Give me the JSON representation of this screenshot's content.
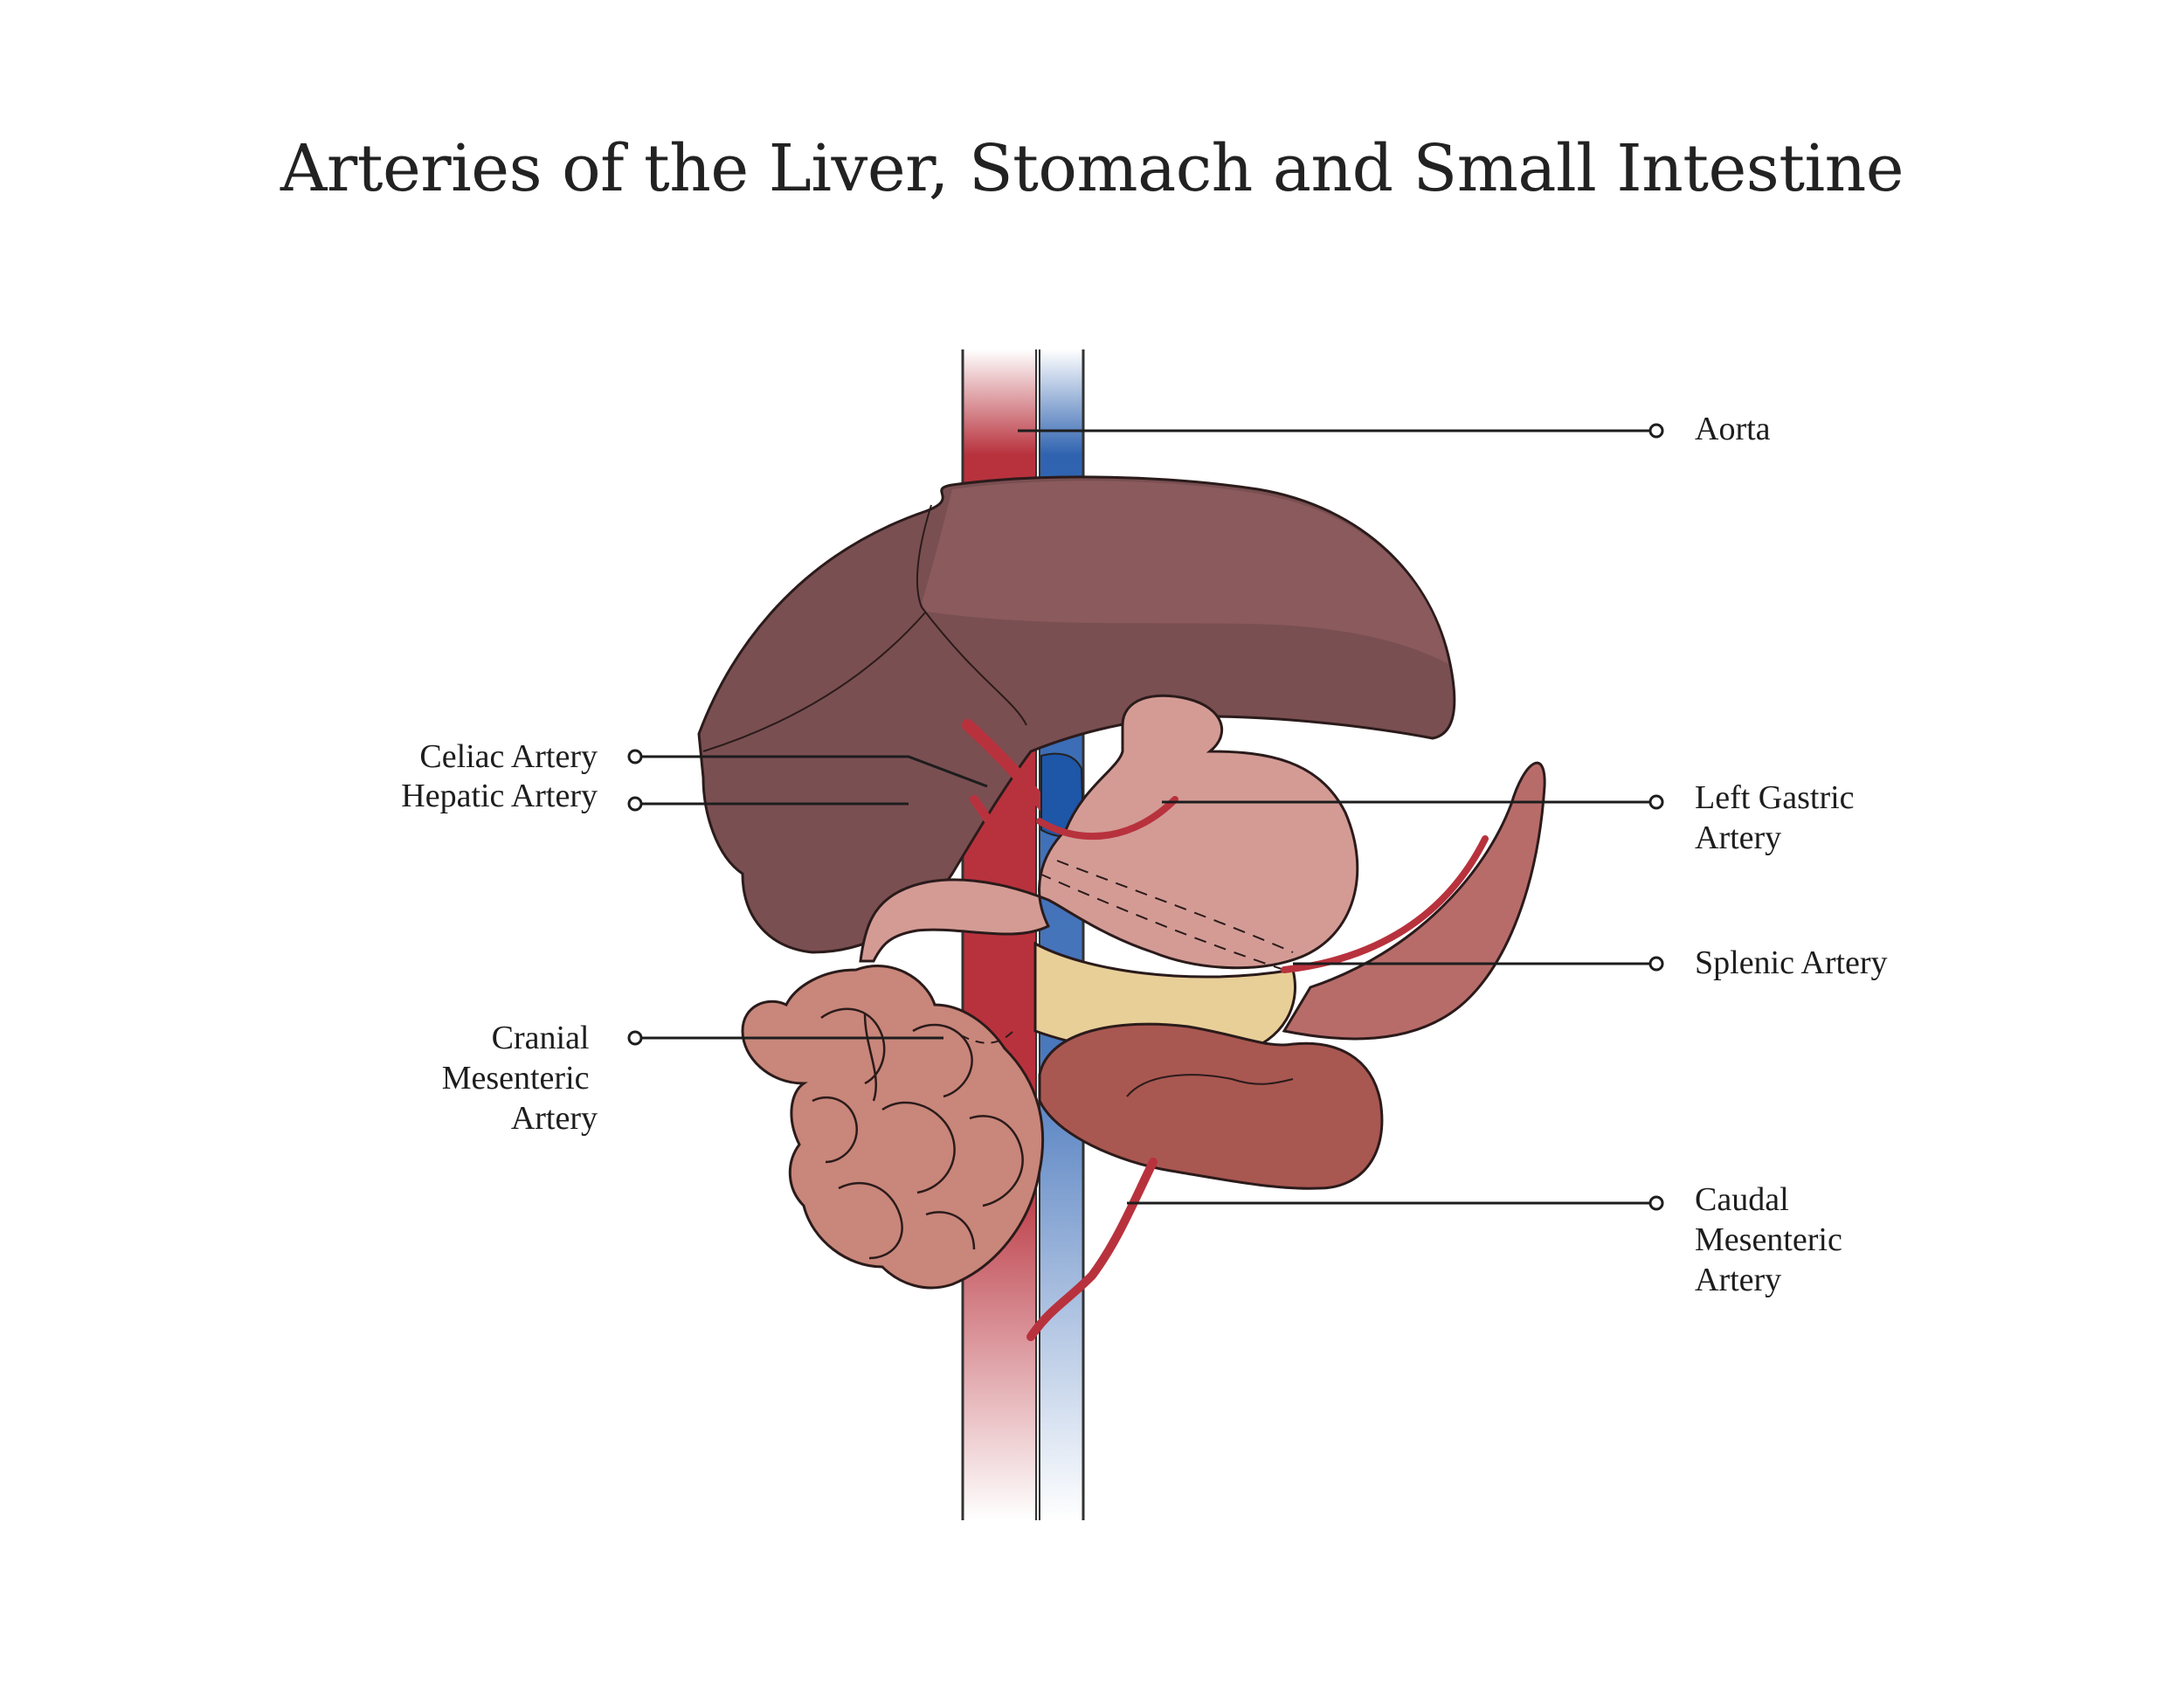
{
  "title": "Arteries of the Liver, Stomach and Small Intestine",
  "labels": {
    "aorta": [
      "Aorta"
    ],
    "celiac": [
      "Celiac Artery"
    ],
    "hepatic": [
      "Hepatic Artery"
    ],
    "cranial": [
      "Cranial",
      "Mesenteric",
      "Artery"
    ],
    "left_gastric": [
      "Left Gastric",
      "Artery"
    ],
    "splenic": [
      "Splenic Artery"
    ],
    "caudal": [
      "Caudal",
      "Mesenteric",
      "Artery"
    ]
  },
  "colors": {
    "aorta_red": "#b8323d",
    "vena_blue": "#2f63b0",
    "liver": "#7a4f52",
    "liver_light": "#8a5a5c",
    "stomach": "#d49b95",
    "spleen": "#b86c6a",
    "pancreas": "#e8cf98",
    "intestine": "#c9867a",
    "kidney": "#a95751",
    "outline": "#2b1b1b"
  }
}
